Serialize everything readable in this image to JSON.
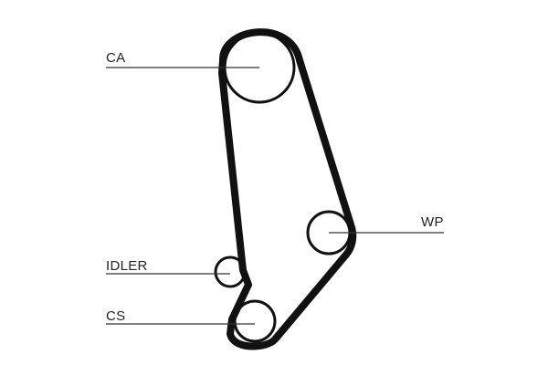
{
  "diagram": {
    "labels": {
      "camshaft": "CA",
      "idler": "IDLER",
      "crankshaft": "CS",
      "water_pump": "WP"
    },
    "colors": {
      "belt": "#111111",
      "pulley": "#111111",
      "leader_line": "#333333",
      "text": "#222222",
      "background": "#ffffff"
    }
  }
}
